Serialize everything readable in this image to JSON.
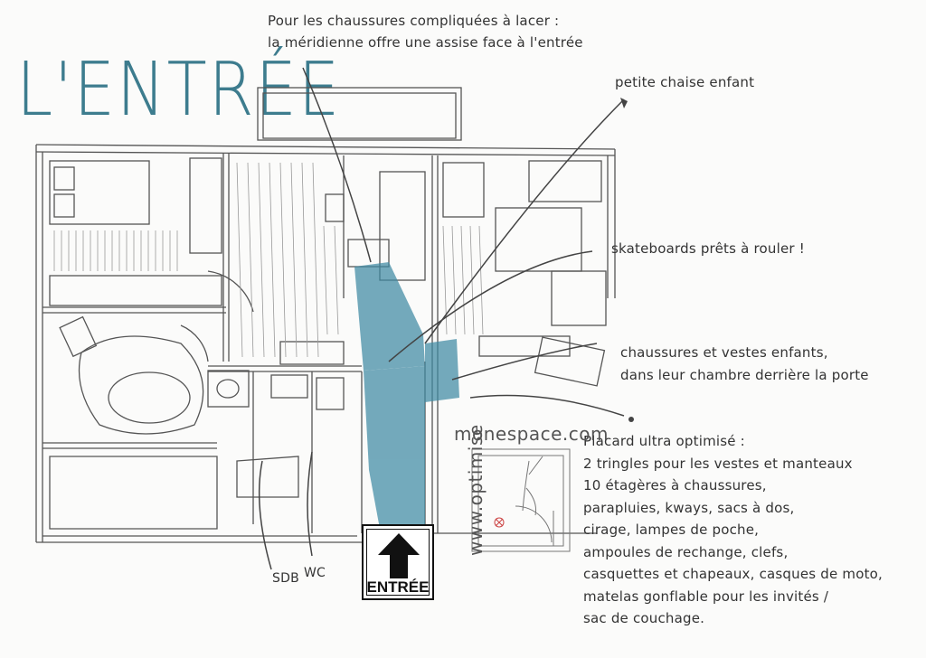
{
  "title": "L'ENTRÉE",
  "annotations": {
    "meridienne": [
      "Pour les chaussures compliquées à lacer :",
      "la méridienne offre une assise face à l'entrée"
    ],
    "chaise": "petite chaise enfant",
    "skateboards": "skateboards  prêts à rouler !",
    "enfants": [
      "chaussures et vestes enfants,",
      "dans leur chambre derrière la porte"
    ],
    "placard": [
      "Placard ultra optimisé :",
      "2 tringles pour les vestes et manteaux",
      "10 étagères à chaussures,",
      "parapluies, kways, sacs à dos,",
      "cirage, lampes de poche,",
      "ampoules de rechange, clefs,",
      "casquettes et chapeaux, casques de moto,",
      "matelas gonflable pour les invités /",
      "sac de couchage."
    ],
    "wc": "WC",
    "sdb": "SDB"
  },
  "entree_sign": "ENTRÉE",
  "logo": {
    "top": "monespace.com",
    "side": "www.optimise"
  },
  "colors": {
    "title": "#3d7c8e",
    "highlight": "#3f8aa3"
  }
}
